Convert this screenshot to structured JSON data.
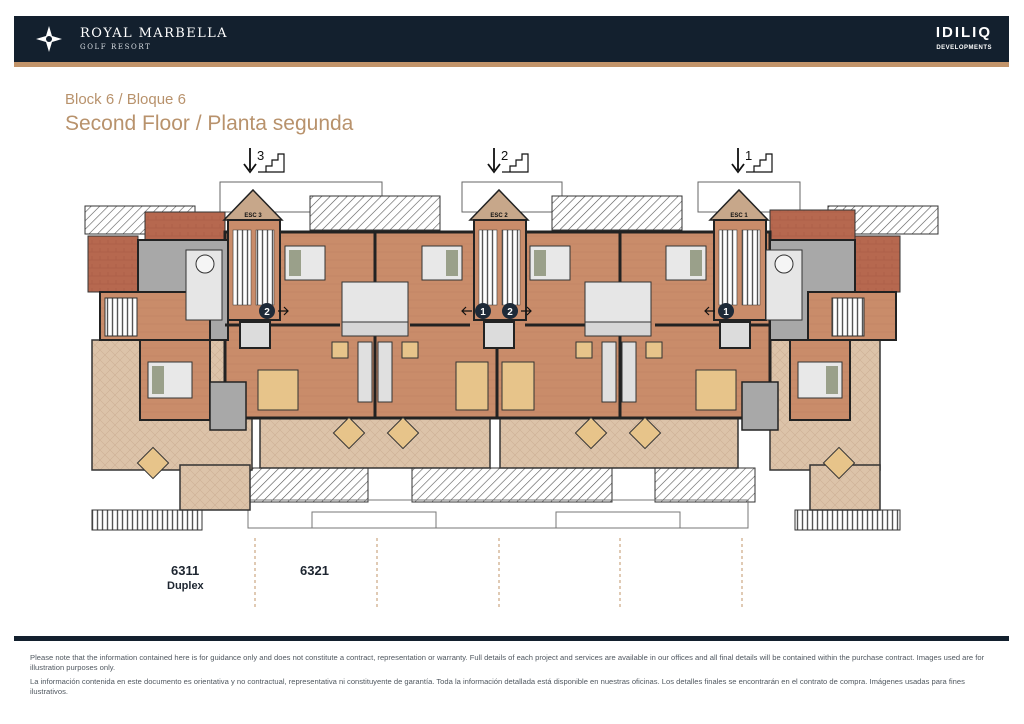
{
  "header": {
    "brand_name": "ROYAL MARBELLA",
    "brand_sub": "GOLF RESORT",
    "developer_name": "IDILIQ",
    "developer_sub": "DEVELOPMENTS",
    "bg_color": "#13202e",
    "accent_color": "#c2946a"
  },
  "title": {
    "block": "Block 6 / Bloque 6",
    "floor": "Second Floor / Planta segunda",
    "color": "#b8926c"
  },
  "plan": {
    "stair_markers": [
      {
        "number": "3",
        "label": "ESC 3"
      },
      {
        "number": "2",
        "label": "ESC 2"
      },
      {
        "number": "1",
        "label": "ESC 1"
      }
    ],
    "door_markers": [
      "2",
      "1",
      "2",
      "1"
    ],
    "units": [
      {
        "number": "6311",
        "type": "Duplex"
      },
      {
        "number": "6321",
        "type": ""
      }
    ],
    "colors": {
      "floor": "#c98c6a",
      "terrace": "#dcc3a9",
      "wall": "#3c3c3c",
      "roof": "#b06050",
      "service": "#a8a8a8"
    }
  },
  "disclaimer": {
    "en": "Please note that the information contained here is for guidance only and does not constitute a contract, representation or warranty. Full details of each project and services are available in our offices and all final details will be contained within the purchase contract. Images used are for illustration purposes only.",
    "es": "La información contenida en este documento es orientativa y no contractual, representativa ni constituyente de garantía. Toda la información detallada está disponible en nuestras oficinas. Los detalles finales se encontrarán en el contrato de compra. Imágenes usadas para fines ilustrativos."
  }
}
